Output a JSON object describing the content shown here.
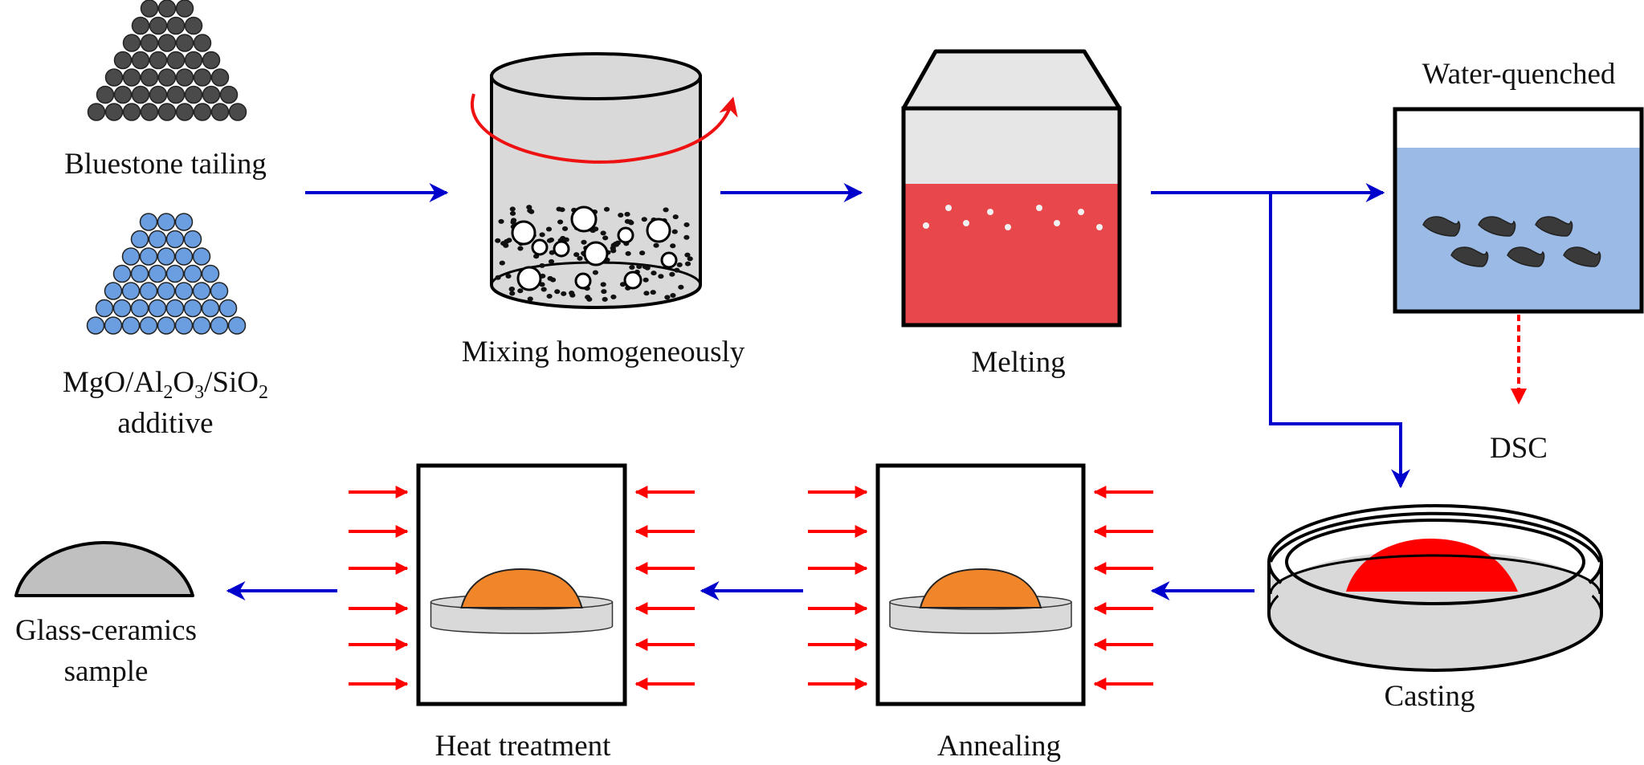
{
  "title": "Glass-ceramics preparation process flow",
  "colors": {
    "flow_arrow": "#0000cc",
    "heat_arrow": "#ff0000",
    "rotation_arrow": "#ee1111",
    "dsc_arrow": "#ff0000",
    "tailing_particles": "#4a4a4a",
    "additive_particles": "#6b9ee0",
    "vessel_gray": "#d9d9d9",
    "melt_red": "#e8474b",
    "water_blue": "#9bbbe6",
    "quenched_glass": "#3a3a3a",
    "cast_red": "#ff0000",
    "sample_orange": "#f0852a",
    "final_sample_gray": "#c0c0c0"
  },
  "steps": {
    "raw_material_1": {
      "label": "Bluestone tailing"
    },
    "raw_material_2": {
      "label_main": "MgO/Al",
      "sub1": "2",
      "mid1": "O",
      "sub2": "3",
      "mid2": "/SiO",
      "sub3": "2",
      "label_line2": "additive"
    },
    "mixing": {
      "label": "Mixing homogeneously"
    },
    "melting": {
      "label": "Melting"
    },
    "water_quench": {
      "label": "Water-quenched"
    },
    "dsc": {
      "label": "DSC"
    },
    "casting": {
      "label": "Casting"
    },
    "annealing": {
      "label": "Annealing"
    },
    "heat_treatment": {
      "label": "Heat treatment"
    },
    "final": {
      "label_line1": "Glass-ceramics",
      "label_line2": "sample"
    }
  }
}
